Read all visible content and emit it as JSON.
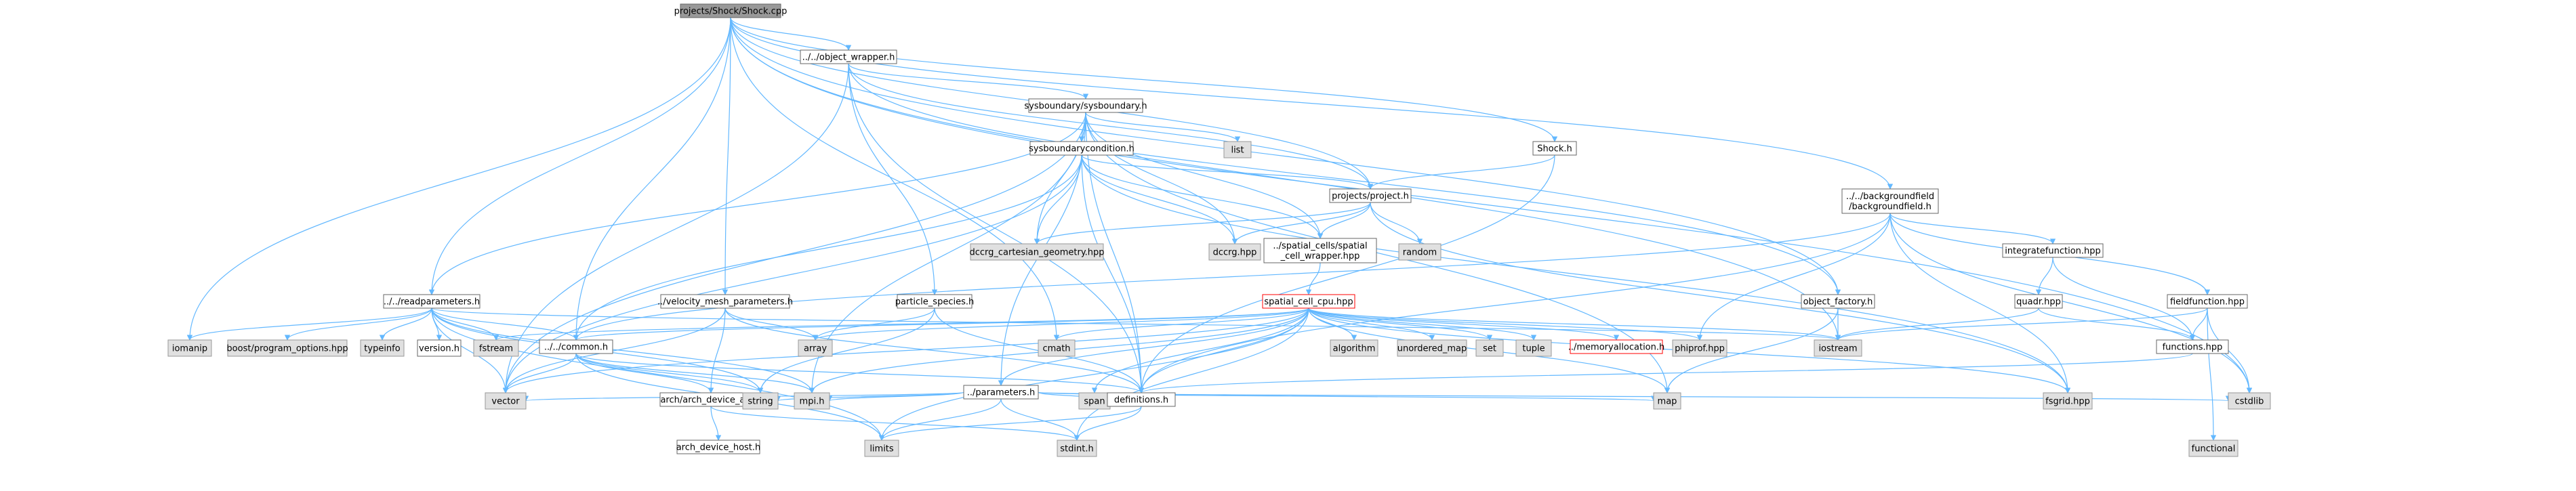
{
  "nodes": [
    {
      "id": "shock_cpp",
      "lines": [
        "projects/Shock/Shock.cpp"
      ],
      "style": "root"
    },
    {
      "id": "object_wrapper",
      "lines": [
        "../../object_wrapper.h"
      ],
      "style": "normal"
    },
    {
      "id": "sysboundary",
      "lines": [
        "sysboundary/sysboundary.h"
      ],
      "style": "normal"
    },
    {
      "id": "list",
      "lines": [
        "list"
      ],
      "style": "sys"
    },
    {
      "id": "sysboundarycondition",
      "lines": [
        "sysboundarycondition.h"
      ],
      "style": "normal"
    },
    {
      "id": "shock_h",
      "lines": [
        "Shock.h"
      ],
      "style": "normal"
    },
    {
      "id": "project",
      "lines": [
        "projects/project.h"
      ],
      "style": "normal"
    },
    {
      "id": "backgroundfield",
      "lines": [
        "../../backgroundfield",
        "/backgroundfield.h"
      ],
      "style": "normal"
    },
    {
      "id": "dccrg_cart",
      "lines": [
        "dccrg_cartesian_geometry.hpp"
      ],
      "style": "sys"
    },
    {
      "id": "dccrg",
      "lines": [
        "dccrg.hpp"
      ],
      "style": "sys"
    },
    {
      "id": "spatial_wrapper",
      "lines": [
        "../spatial_cells/spatial",
        "_cell_wrapper.hpp"
      ],
      "style": "normal"
    },
    {
      "id": "random",
      "lines": [
        "random"
      ],
      "style": "sys"
    },
    {
      "id": "integratefunction",
      "lines": [
        "integratefunction.hpp"
      ],
      "style": "normal"
    },
    {
      "id": "quadr",
      "lines": [
        "quadr.hpp"
      ],
      "style": "normal"
    },
    {
      "id": "fieldfunction",
      "lines": [
        "fieldfunction.hpp"
      ],
      "style": "normal"
    },
    {
      "id": "object_factory",
      "lines": [
        "object_factory.h"
      ],
      "style": "normal"
    },
    {
      "id": "readparameters",
      "lines": [
        "../../readparameters.h"
      ],
      "style": "normal"
    },
    {
      "id": "velocity_mesh",
      "lines": [
        "../velocity_mesh_parameters.h"
      ],
      "style": "normal"
    },
    {
      "id": "particle_species",
      "lines": [
        "particle_species.h"
      ],
      "style": "normal"
    },
    {
      "id": "spatial_cell_cpu",
      "lines": [
        "spatial_cell_cpu.hpp"
      ],
      "style": "red"
    },
    {
      "id": "iomanip",
      "lines": [
        "iomanip"
      ],
      "style": "sys"
    },
    {
      "id": "boost_po",
      "lines": [
        "boost/program_options.hpp"
      ],
      "style": "sys"
    },
    {
      "id": "typeinfo",
      "lines": [
        "typeinfo"
      ],
      "style": "sys"
    },
    {
      "id": "version",
      "lines": [
        "version.h"
      ],
      "style": "normal"
    },
    {
      "id": "fstream",
      "lines": [
        "fstream"
      ],
      "style": "sys"
    },
    {
      "id": "common",
      "lines": [
        "../../common.h"
      ],
      "style": "normal"
    },
    {
      "id": "array",
      "lines": [
        "array"
      ],
      "style": "sys"
    },
    {
      "id": "cmath",
      "lines": [
        "cmath"
      ],
      "style": "sys"
    },
    {
      "id": "parameters",
      "lines": [
        "../parameters.h"
      ],
      "style": "normal"
    },
    {
      "id": "algorithm",
      "lines": [
        "algorithm"
      ],
      "style": "sys"
    },
    {
      "id": "unordered_map",
      "lines": [
        "unordered_map"
      ],
      "style": "sys"
    },
    {
      "id": "set",
      "lines": [
        "set"
      ],
      "style": "sys"
    },
    {
      "id": "tuple",
      "lines": [
        "tuple"
      ],
      "style": "sys"
    },
    {
      "id": "memoryallocation",
      "lines": [
        "../memoryallocation.h"
      ],
      "style": "red"
    },
    {
      "id": "phiprof",
      "lines": [
        "phiprof.hpp"
      ],
      "style": "sys"
    },
    {
      "id": "iostream",
      "lines": [
        "iostream"
      ],
      "style": "sys"
    },
    {
      "id": "functions",
      "lines": [
        "functions.hpp"
      ],
      "style": "normal"
    },
    {
      "id": "vector",
      "lines": [
        "vector"
      ],
      "style": "sys"
    },
    {
      "id": "arch_device_api",
      "lines": [
        "arch/arch_device_api.h"
      ],
      "style": "normal"
    },
    {
      "id": "string",
      "lines": [
        "string"
      ],
      "style": "sys"
    },
    {
      "id": "mpi",
      "lines": [
        "mpi.h"
      ],
      "style": "sys"
    },
    {
      "id": "span",
      "lines": [
        "span"
      ],
      "style": "sys"
    },
    {
      "id": "definitions",
      "lines": [
        "definitions.h"
      ],
      "style": "normal"
    },
    {
      "id": "map",
      "lines": [
        "map"
      ],
      "style": "sys"
    },
    {
      "id": "fsgrid",
      "lines": [
        "fsgrid.hpp"
      ],
      "style": "sys"
    },
    {
      "id": "cstdlib",
      "lines": [
        "cstdlib"
      ],
      "style": "sys"
    },
    {
      "id": "functional",
      "lines": [
        "functional"
      ],
      "style": "sys"
    },
    {
      "id": "arch_device_host",
      "lines": [
        "arch_device_host.h"
      ],
      "style": "normal"
    },
    {
      "id": "limits",
      "lines": [
        "limits"
      ],
      "style": "sys"
    },
    {
      "id": "stdint",
      "lines": [
        "stdint.h"
      ],
      "style": "sys"
    }
  ],
  "edges": [
    [
      "shock_cpp",
      "object_wrapper"
    ],
    [
      "shock_cpp",
      "readparameters"
    ],
    [
      "shock_cpp",
      "iomanip"
    ],
    [
      "shock_cpp",
      "common"
    ],
    [
      "shock_cpp",
      "velocity_mesh"
    ],
    [
      "shock_cpp",
      "cmath"
    ],
    [
      "shock_cpp",
      "project"
    ],
    [
      "shock_cpp",
      "shock_h"
    ],
    [
      "shock_cpp",
      "backgroundfield"
    ],
    [
      "shock_cpp",
      "object_factory"
    ],
    [
      "shock_cpp",
      "iostream"
    ],
    [
      "shock_cpp",
      "cstdlib"
    ],
    [
      "object_wrapper",
      "sysboundary"
    ],
    [
      "object_wrapper",
      "project"
    ],
    [
      "object_wrapper",
      "particle_species"
    ],
    [
      "object_wrapper",
      "vector"
    ],
    [
      "object_wrapper",
      "definitions"
    ],
    [
      "object_wrapper",
      "object_factory"
    ],
    [
      "sysboundary",
      "list"
    ],
    [
      "sysboundary",
      "sysboundarycondition"
    ],
    [
      "sysboundary",
      "readparameters"
    ],
    [
      "sysboundary",
      "dccrg_cart"
    ],
    [
      "sysboundary",
      "dccrg"
    ],
    [
      "sysboundary",
      "spatial_wrapper"
    ],
    [
      "sysboundary",
      "parameters"
    ],
    [
      "sysboundary",
      "mpi"
    ],
    [
      "sysboundary",
      "vector"
    ],
    [
      "sysboundary",
      "definitions"
    ],
    [
      "sysboundary",
      "map"
    ],
    [
      "sysboundarycondition",
      "project"
    ],
    [
      "sysboundarycondition",
      "dccrg_cart"
    ],
    [
      "sysboundarycondition",
      "dccrg"
    ],
    [
      "sysboundarycondition",
      "spatial_wrapper"
    ],
    [
      "sysboundarycondition",
      "common"
    ],
    [
      "sysboundarycondition",
      "vector"
    ],
    [
      "sysboundarycondition",
      "definitions"
    ],
    [
      "sysboundarycondition",
      "fsgrid"
    ],
    [
      "shock_h",
      "project"
    ],
    [
      "shock_h",
      "definitions"
    ],
    [
      "project",
      "dccrg_cart"
    ],
    [
      "project",
      "dccrg"
    ],
    [
      "project",
      "spatial_wrapper"
    ],
    [
      "project",
      "random"
    ],
    [
      "project",
      "fsgrid"
    ],
    [
      "backgroundfield",
      "integratefunction"
    ],
    [
      "backgroundfield",
      "fieldfunction"
    ],
    [
      "backgroundfield",
      "phiprof"
    ],
    [
      "backgroundfield",
      "fsgrid"
    ],
    [
      "backgroundfield",
      "definitions"
    ],
    [
      "backgroundfield",
      "common"
    ],
    [
      "backgroundfield",
      "cstdlib"
    ],
    [
      "spatial_wrapper",
      "spatial_cell_cpu"
    ],
    [
      "integratefunction",
      "quadr"
    ],
    [
      "integratefunction",
      "functions"
    ],
    [
      "quadr",
      "iostream"
    ],
    [
      "quadr",
      "functions"
    ],
    [
      "fieldfunction",
      "functions"
    ],
    [
      "fieldfunction",
      "functional"
    ],
    [
      "fieldfunction",
      "iostream"
    ],
    [
      "fieldfunction",
      "cstdlib"
    ],
    [
      "functions",
      "definitions"
    ],
    [
      "object_factory",
      "iostream"
    ],
    [
      "object_factory",
      "map"
    ],
    [
      "readparameters",
      "iomanip"
    ],
    [
      "readparameters",
      "boost_po"
    ],
    [
      "readparameters",
      "typeinfo"
    ],
    [
      "readparameters",
      "version"
    ],
    [
      "readparameters",
      "fstream"
    ],
    [
      "readparameters",
      "common"
    ],
    [
      "readparameters",
      "vector"
    ],
    [
      "readparameters",
      "string"
    ],
    [
      "readparameters",
      "mpi"
    ],
    [
      "readparameters",
      "limits"
    ],
    [
      "readparameters",
      "iostream"
    ],
    [
      "velocity_mesh",
      "array"
    ],
    [
      "velocity_mesh",
      "vector"
    ],
    [
      "velocity_mesh",
      "arch_device_api"
    ],
    [
      "velocity_mesh",
      "definitions"
    ],
    [
      "particle_species",
      "array"
    ],
    [
      "particle_species",
      "string"
    ],
    [
      "particle_species",
      "definitions"
    ],
    [
      "spatial_cell_cpu",
      "algorithm"
    ],
    [
      "spatial_cell_cpu",
      "cmath"
    ],
    [
      "spatial_cell_cpu",
      "fstream"
    ],
    [
      "spatial_cell_cpu",
      "iostream"
    ],
    [
      "spatial_cell_cpu",
      "mpi"
    ],
    [
      "spatial_cell_cpu",
      "limits"
    ],
    [
      "spatial_cell_cpu",
      "stdint"
    ],
    [
      "spatial_cell_cpu",
      "vector"
    ],
    [
      "spatial_cell_cpu",
      "array"
    ],
    [
      "spatial_cell_cpu",
      "unordered_map"
    ],
    [
      "spatial_cell_cpu",
      "set"
    ],
    [
      "spatial_cell_cpu",
      "map"
    ],
    [
      "spatial_cell_cpu",
      "tuple"
    ],
    [
      "spatial_cell_cpu",
      "phiprof"
    ],
    [
      "spatial_cell_cpu",
      "memoryallocation"
    ],
    [
      "spatial_cell_cpu",
      "common"
    ],
    [
      "spatial_cell_cpu",
      "parameters"
    ],
    [
      "spatial_cell_cpu",
      "definitions"
    ],
    [
      "spatial_cell_cpu",
      "fsgrid"
    ],
    [
      "spatial_cell_cpu",
      "span"
    ],
    [
      "common",
      "vector"
    ],
    [
      "common",
      "limits"
    ],
    [
      "common",
      "string"
    ],
    [
      "common",
      "mpi"
    ],
    [
      "common",
      "definitions"
    ],
    [
      "common",
      "arch_device_api"
    ],
    [
      "parameters",
      "limits"
    ],
    [
      "parameters",
      "mpi"
    ],
    [
      "parameters",
      "stdint"
    ],
    [
      "parameters",
      "string"
    ],
    [
      "parameters",
      "vector"
    ],
    [
      "parameters",
      "map"
    ],
    [
      "parameters",
      "definitions"
    ],
    [
      "parameters",
      "cstdlib"
    ],
    [
      "arch_device_api",
      "arch_device_host"
    ],
    [
      "arch_device_api",
      "stdint"
    ],
    [
      "definitions",
      "stdint"
    ],
    [
      "definitions",
      "limits"
    ]
  ],
  "colors": {
    "edge": "#63b8ff",
    "root_fill": "#999999",
    "sys_fill": "#e0e0e0",
    "sys_stroke": "#999999",
    "normal_fill": "#ffffff",
    "normal_stroke": "#666666",
    "red_stroke": "#ff0000",
    "red_text": "#ff0000"
  }
}
